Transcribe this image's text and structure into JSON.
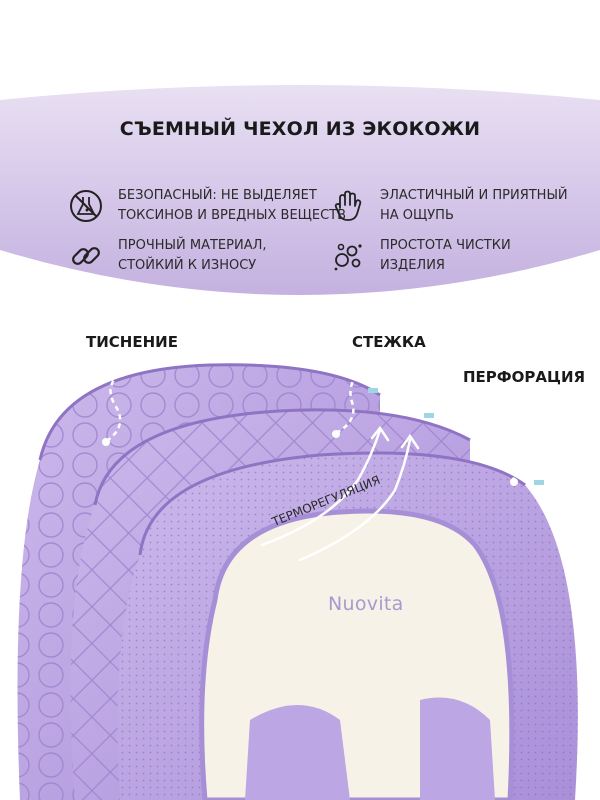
{
  "header": {
    "title": "СЪЕМНЫЙ ЧЕХОЛ ИЗ ЭКОКОЖИ",
    "band_color": "#c9b8e2",
    "band_color_light": "#e7def2"
  },
  "features": [
    {
      "icon": "no-chemicals-icon",
      "line1": "БЕЗОПАСНЫЙ: НЕ ВЫДЕЛЯЕТ",
      "line2": "ТОКСИНОВ И ВРЕДНЫХ ВЕЩЕСТВ"
    },
    {
      "icon": "hand-icon",
      "line1": "ЭЛАСТИЧНЫЙ И ПРИЯТНЫЙ",
      "line2": "НА ОЩУПЬ"
    },
    {
      "icon": "chain-link-icon",
      "line1": "ПРОЧНЫЙ МАТЕРИАЛ,",
      "line2": "СТОЙКИЙ К ИЗНОСУ"
    },
    {
      "icon": "bubbles-icon",
      "line1": "ПРОСТОТА ЧИСТКИ",
      "line2": "ИЗДЕЛИЯ"
    }
  ],
  "callouts": {
    "embossing": "ТИСНЕНИЕ",
    "stitching": "СТЕЖКА",
    "perforation": "ПЕРФОРАЦИЯ",
    "thermoregulation": "ТЕРМОРЕГУЛЯЦИЯ"
  },
  "product": {
    "brand": "Nuovita",
    "cushion_color": "#b9a2e0",
    "cushion_dark": "#9a80cf",
    "insert_color": "#f6f1e6"
  }
}
